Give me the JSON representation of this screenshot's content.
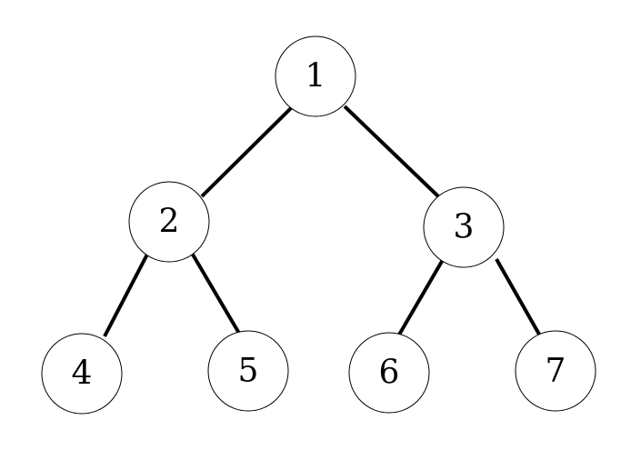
{
  "diagram": {
    "type": "binary-tree",
    "nodes": [
      {
        "id": "1",
        "label": "1"
      },
      {
        "id": "2",
        "label": "2"
      },
      {
        "id": "3",
        "label": "3"
      },
      {
        "id": "4",
        "label": "4"
      },
      {
        "id": "5",
        "label": "5"
      },
      {
        "id": "6",
        "label": "6"
      },
      {
        "id": "7",
        "label": "7"
      }
    ],
    "edges": [
      {
        "from": "1",
        "to": "2"
      },
      {
        "from": "1",
        "to": "3"
      },
      {
        "from": "2",
        "to": "4"
      },
      {
        "from": "2",
        "to": "5"
      },
      {
        "from": "3",
        "to": "6"
      },
      {
        "from": "3",
        "to": "7"
      }
    ]
  }
}
